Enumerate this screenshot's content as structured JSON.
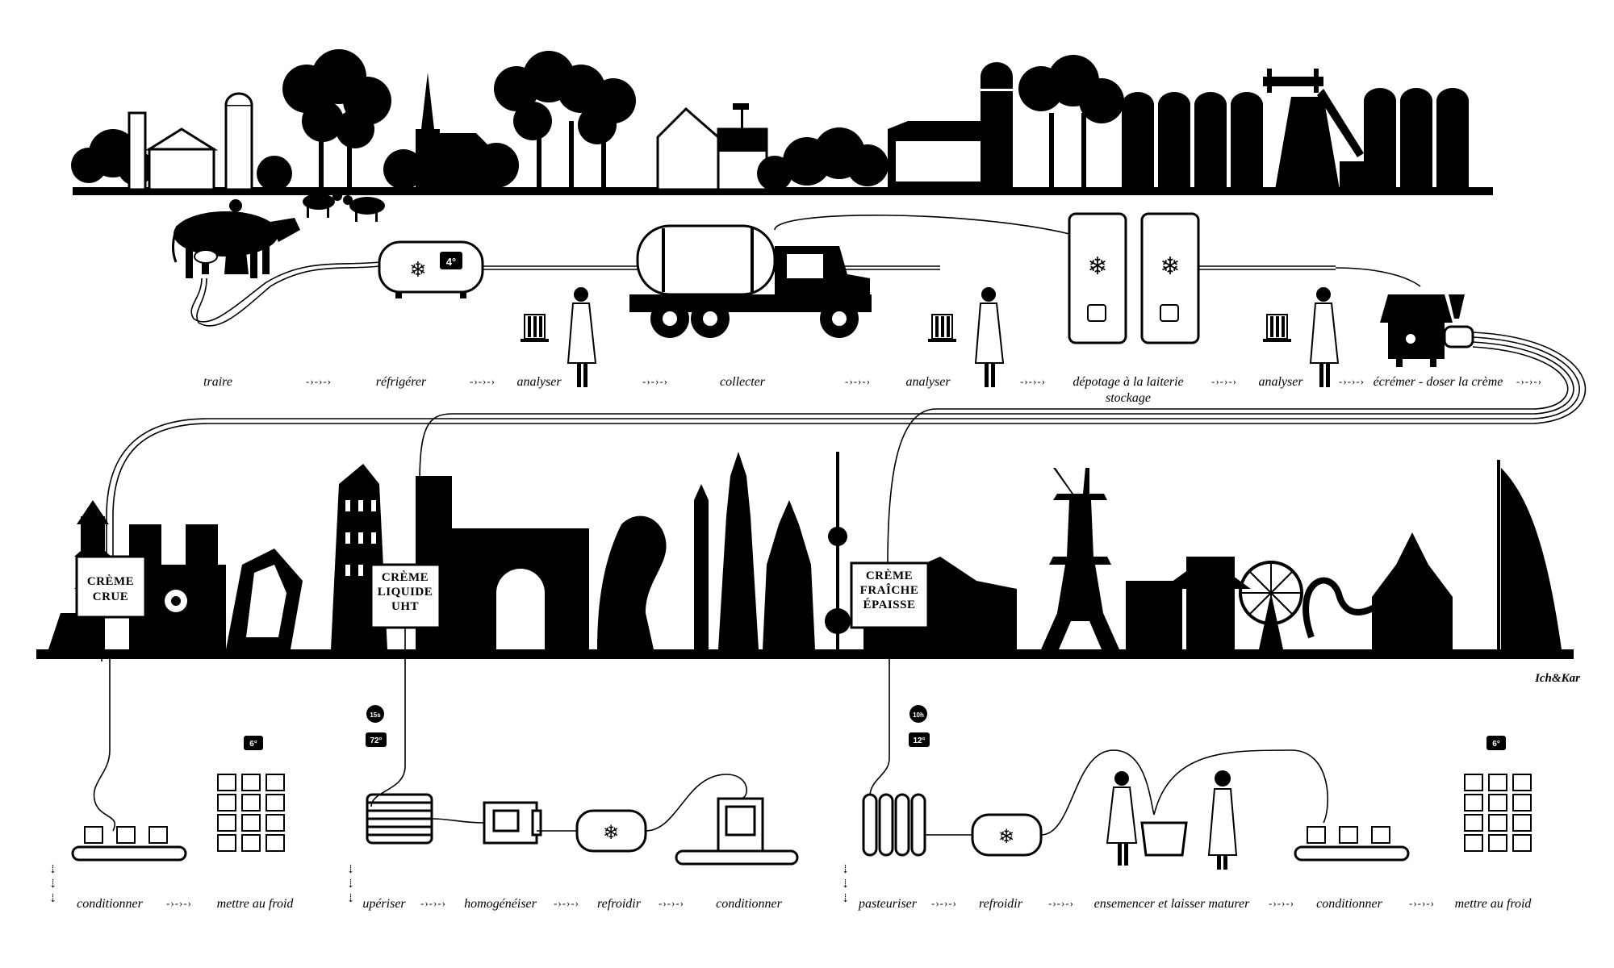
{
  "top_steps": [
    {
      "label": "traire"
    },
    {
      "label": "réfrigérer"
    },
    {
      "label": "analyser"
    },
    {
      "label": "collecter"
    },
    {
      "label": "analyser"
    },
    {
      "label": "dépotage à la laiterie",
      "sub": "stockage"
    },
    {
      "label": "analyser"
    },
    {
      "label": "écrémer - doser la crème"
    }
  ],
  "arrow_glyph": "-›-›-›",
  "down_glyph": "⇣",
  "products": [
    {
      "title": [
        "CRÈME",
        "CRUE"
      ]
    },
    {
      "title": [
        "CRÈME",
        "LIQUIDE",
        "UHT"
      ]
    },
    {
      "title": [
        "CRÈME",
        "FRAÎCHE",
        "ÉPAISSE"
      ]
    }
  ],
  "bottom_steps": [
    {
      "label": "conditionner"
    },
    {
      "label": "mettre au froid"
    },
    {
      "label": "upériser"
    },
    {
      "label": "homogénéiser"
    },
    {
      "label": "refroidir"
    },
    {
      "label": "conditionner"
    },
    {
      "label": "pasteuriser"
    },
    {
      "label": "refroidir"
    },
    {
      "label": "ensemencer et laisser maturer"
    },
    {
      "label": "conditionner"
    },
    {
      "label": "mettre au froid"
    }
  ],
  "badges": {
    "tank_temp": "4°",
    "cold_temp_a": "6°",
    "uht_time": "15s",
    "uht_temp": "72°",
    "past_time": "10h",
    "past_temp": "12°",
    "cold_temp_b": "6°"
  },
  "signature": "Ich&Kar",
  "colors": {
    "ink": "#000000",
    "paper": "#ffffff"
  }
}
